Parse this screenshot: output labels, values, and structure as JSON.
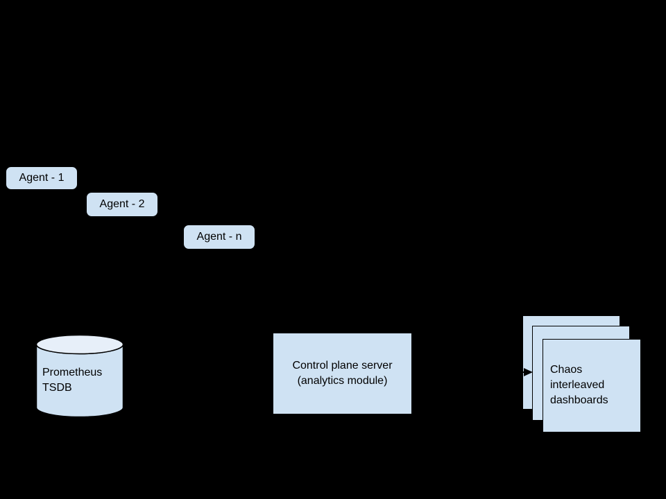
{
  "diagram": {
    "background_color": "#000000",
    "node_fill_color": "#cfe2f3",
    "cylinder_top_fill_color": "#e7eff9",
    "outline_color": "#000000",
    "text_color": "#000000",
    "agents": [
      {
        "label": "Agent - 1"
      },
      {
        "label": "Agent - 2"
      },
      {
        "label": "Agent - n"
      }
    ],
    "tsdb": {
      "lines": [
        "Prometheus",
        "TSDB"
      ]
    },
    "control_plane": {
      "lines": [
        "Control plane server",
        "(analytics module)"
      ]
    },
    "dashboards": {
      "lines": [
        "Chaos",
        "interleaved",
        "dashboards"
      ],
      "stack_count": 3
    },
    "connections": [
      {
        "from": "control-plane-server",
        "to": "chaos-dashboards",
        "style": "solid-black-arrow"
      }
    ]
  }
}
